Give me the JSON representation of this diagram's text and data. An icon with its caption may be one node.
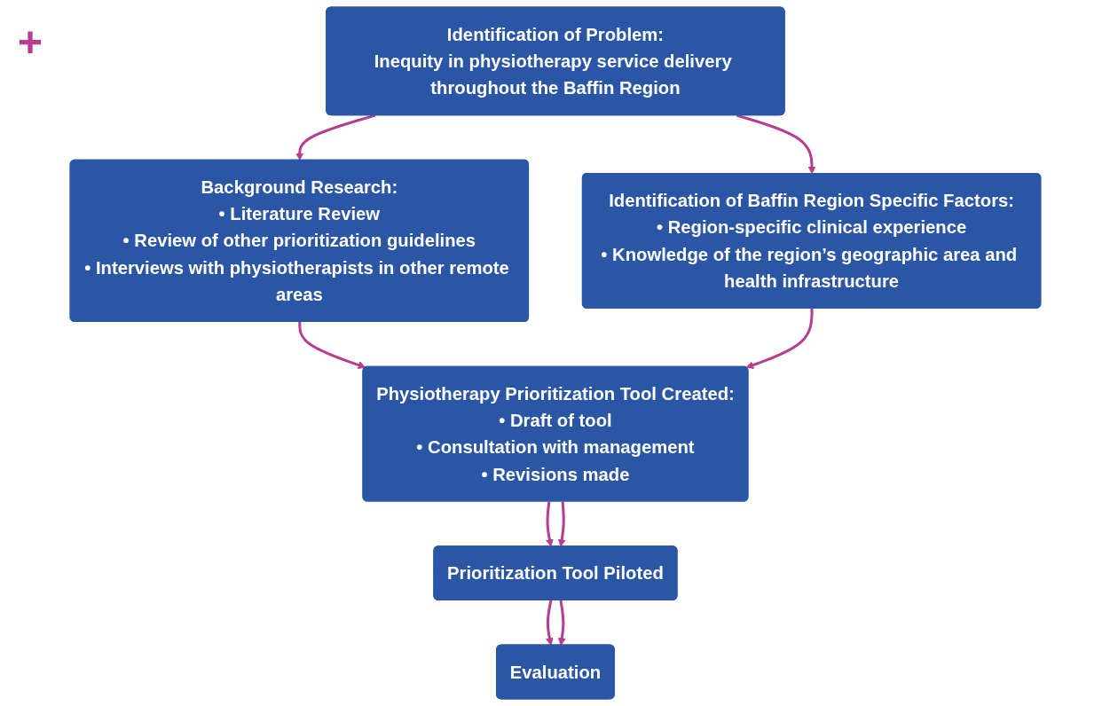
{
  "diagram": {
    "nodes": [
      {
        "text": [
          "Identification of Problem:",
          "Inequity in physiotherapy service delivery throughout the Baffin Region"
        ]
      },
      {
        "text": [
          "Background Research:",
          "• Literature Review",
          "• Review of other prioritization guidelines",
          "• Interviews with physiotherapists in other remote areas"
        ]
      },
      {
        "text": [
          "Identification of Baffin Region Specific Factors:",
          "• Region-specific clinical experience",
          "• Knowledge of the region’s geographic area and health infrastructure"
        ]
      },
      {
        "text": [
          "Physiotherapy Prioritization Tool Created:",
          "• Draft of tool",
          "• Consultation with management",
          "• Revisions made"
        ]
      },
      {
        "text": [
          "Prioritization Tool Piloted"
        ]
      },
      {
        "text": [
          "Evaluation"
        ]
      }
    ],
    "edges": [
      {
        "from": 0,
        "to": 1,
        "arrow": "to"
      },
      {
        "from": 0,
        "to": 2,
        "arrow": "to"
      },
      {
        "from": 1,
        "to": 3,
        "arrow": "to"
      },
      {
        "from": 2,
        "to": 3,
        "arrow": "to"
      },
      {
        "from": 3,
        "to": 4,
        "arrow": "to"
      },
      {
        "from": 3,
        "to": 4,
        "arrow": "to"
      },
      {
        "from": 4,
        "to": 5,
        "arrow": "to"
      },
      {
        "from": 4,
        "to": 5,
        "arrow": "to"
      }
    ],
    "labels": [
      "+"
    ]
  }
}
